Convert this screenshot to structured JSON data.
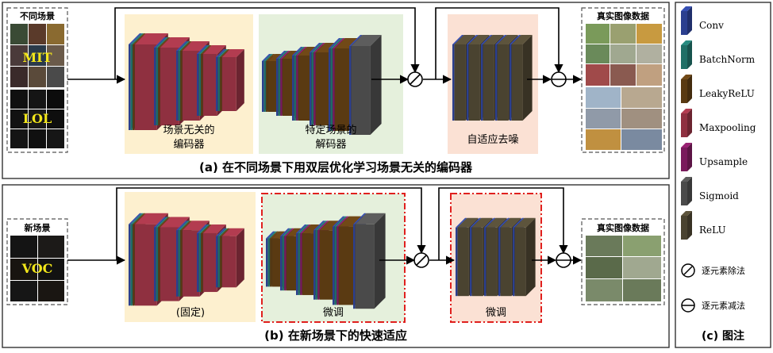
{
  "panel_a": {
    "input_title": "不同场景",
    "dataset_1": "MIT",
    "dataset_2": "LOL",
    "encoder_label_1": "场景无关的",
    "encoder_label_2": "编码器",
    "decoder_label_1": "特定场景的",
    "decoder_label_2": "解码器",
    "denoise_label": "自适应去噪",
    "output_title": "真实图像数据",
    "caption": "(a) 在不同场景下用双层优化学习场景无关的编码器"
  },
  "panel_b": {
    "input_title": "新场景",
    "dataset": "VOC",
    "encoder_label": "(固定)",
    "decoder_label": "微调",
    "denoise_label": "微调",
    "output_title": "真实图像数据",
    "caption": "(b) 在新场景下的快速适应"
  },
  "legend": {
    "items": [
      {
        "label": "Conv",
        "color": "#2b3f8f",
        "icon": "conv-swatch"
      },
      {
        "label": "BatchNorm",
        "color": "#1f6f66",
        "icon": "batchnorm-swatch"
      },
      {
        "label": "LeakyReLU",
        "color": "#5a3a12",
        "icon": "leakyrelu-swatch"
      },
      {
        "label": "Maxpooling",
        "color": "#8f3040",
        "icon": "maxpooling-swatch"
      },
      {
        "label": "Upsample",
        "color": "#7a1a5c",
        "icon": "upsample-swatch"
      },
      {
        "label": "Sigmoid",
        "color": "#4a4a4a",
        "icon": "sigmoid-swatch"
      },
      {
        "label": "ReLU",
        "color": "#4a4330",
        "icon": "relu-swatch"
      }
    ],
    "div_label": "逐元素除法",
    "sub_label": "逐元素减法",
    "caption": "(c) 图注"
  }
}
